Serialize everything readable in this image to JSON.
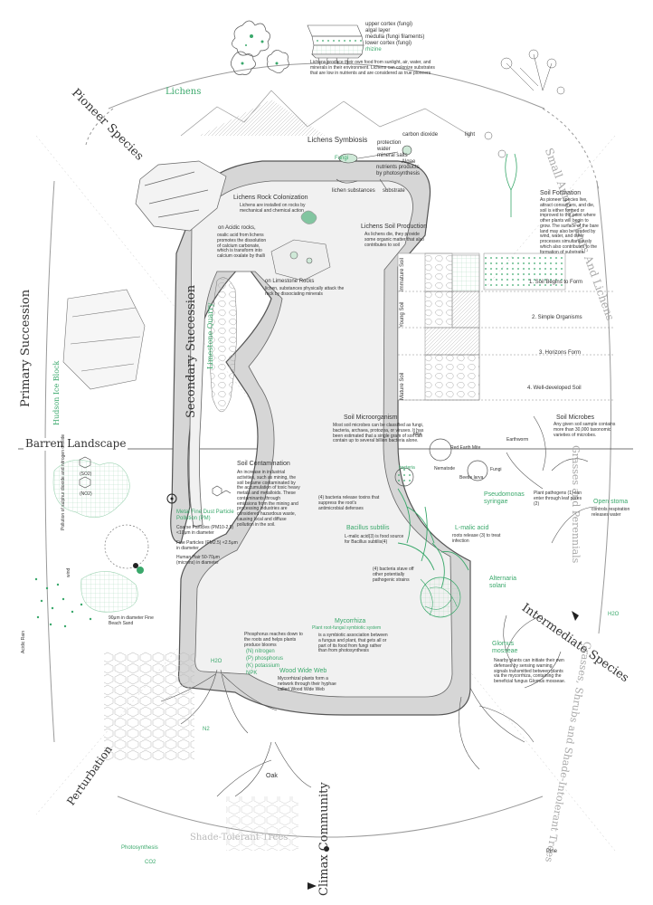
{
  "colors": {
    "accent": "#3aa86b",
    "ink": "#333333",
    "line": "#888888",
    "rock": "#cfcfcf"
  },
  "cycle": {
    "pioneer": "Pioneer Species",
    "primary": "Primary Succession",
    "barren": "Barren Landscape",
    "perturbation": "Perturbation",
    "climax": "Climax Community",
    "intermediate": "Intermediate Species",
    "secondary": "Secondary Succession",
    "limestone_quarry": "Limestone Quarry",
    "hudson": "Hudson Ice Block",
    "small_annual": "Small Annual Plants And Lichens",
    "grasses_perennials": "Grasses and Perennials",
    "grasses_shrubs": "Grasses, Shrubs and Shade-Intolerant Trees",
    "bottom_arc": "Shade-Tolerant Trees"
  },
  "lichens": {
    "title": "Lichens",
    "layers": [
      "upper cortex (fungi)",
      "algal layer",
      "medulla (fungi filaments)",
      "lower cortex (fungi)",
      "rhizine"
    ],
    "description": "Lichens produce their own food from sunlight, air, water, and minerals in their environment. Lichens can colonize substrates that are low in nutrients and are considered as true pioneers"
  },
  "symbiosis": {
    "title": "Lichens Symbiosis",
    "carbon": "carbon dioxide",
    "light": "light",
    "protection": "protection",
    "water": "water",
    "mineral": "mineral salts",
    "fungi": "Fungi",
    "algae": "Algae",
    "nutrients": "nutrients products",
    "photosynthesis": "by photosynthesis",
    "substances": "lichen substances",
    "substrate": "substrate"
  },
  "colonization": {
    "title": "Lichens Rock Colonization",
    "description": "Lichens are installed on rocks by mechanical and chemical action",
    "acidic_title": "on Acidic rocks,",
    "acidic_text": "oxalic acid from lichens promotes the dissolution of calcium carbonate, which is transform into calcium oxalate by thalli",
    "limestone_title": "on Limestone Rocks",
    "limestone_text": "lichen, substances physically attack the rock by dissociating minerals"
  },
  "soil_production": {
    "title": "Lichens Soil Production",
    "text": "As lichens die, they provide some organic matter that also contributes to soil"
  },
  "soil_formation": {
    "title": "Soil Formation",
    "text": "As pioneer species live, attract consumers, and die, soil is either formed or improved to the point where other plants will begin to grow. The surface of the bare land may also be eroded by wind, water, and other processes simultaneously which also contributes to the formation of substrate."
  },
  "soil_stages": {
    "labels": [
      "Immature Soil",
      "Young Soil",
      "Mature Soil"
    ],
    "steps": [
      "1. Soil Begins to Form",
      "2. Simple Organisms",
      "3. Horizons Form",
      "4. Well-developed Soil"
    ]
  },
  "soil_microbes": {
    "title": "Soil Microbes",
    "text": "Any given soil sample contains more than 30,000 taxonomic varieties of microbes."
  },
  "microorganism": {
    "title": "Soil Microorganism",
    "text": "Most soil microbes can be classified as fungi, bacteria, archaea, protozoa, or viruses. It has been estimated that a single gram of soil can contain up to several billion bacteria alone.",
    "labels": [
      "Mite",
      "Earthworm",
      "Red Earth Mite",
      "Nematode",
      "Beetle larva",
      "Fungi",
      "bacteria"
    ]
  },
  "contamination": {
    "title": "Soil Contamination",
    "text": "An increase in industrial activities, such as mining, the soil became contaminated by the accumulation of toxic heavy metals and metalloids. These contaminants through emissions from the mining and processing industries are considered hazardous waste, causing local and diffuse pollution in the soil.",
    "pm_title": "Metal Fine Dust Particle Pollution (PM)",
    "coarse": "Coarse Particles (PM10-2.5) <10μm in diameter",
    "fine": "Fine Particles (PM2.5) <2.5μm in diameter",
    "hair": "Human Hair 50-70μm (microns) in diameter",
    "sand": "90μm in diameter Fine Beach Sand",
    "so2": "(SO2)",
    "no2": "(NO2)",
    "pollution": "Pollution of sulphur dioxide and nitrogen dioxide",
    "wind": "wind",
    "acidic_rain": "Acidic Rain"
  },
  "bacteria": {
    "toxins": "(4) bacteria release toxins that suppress the root's antimicrobial defenses",
    "bacillus": "Bacillus subtilis",
    "bacillus_text": "L-malic acid(3) is food source for Bacillus subtilis(4)",
    "pseudomonas": "Pseudomonas syringae",
    "lmalic": "L-malic acid",
    "lmalic_text": "roots release (3) to treat infection",
    "stave": "(4) bacteria stave off other potentially pathogenic strains",
    "pathogen": "Plant pathogens (1) can enter through leaf pores (2)",
    "stoma": "Open stoma",
    "stoma_text": "controls respiration releases water",
    "alternaria": "Alternaria solani",
    "h2o": "H2O"
  },
  "mycorrhiza": {
    "title": "Mycorrhiza",
    "subtitle": "Plant root-fungal symbiotic system",
    "text": "is a symbiotic association between a fungus and plant, that gets all or part of its food from fungi rather than from photosynthesis",
    "wood_title": "Wood Wide Web",
    "wood_text": "Mycorrhizal plants form a network through their hyphae called Wood Wide Web",
    "glomus": "Glomus mosseae",
    "glomus_text": "Nearby plants can initiate their own defenses by sensing warning signals transmitted between plants via the mycorrhiza, containing the beneficial fungus Glomus mosseae.",
    "phosphorus": "Phosphorus reaches down to the roots and helps plants produce blooms",
    "n": "(N) nitrogen",
    "p": "(P) phosphorus",
    "k": "(K) potassium",
    "npk": "NPK",
    "h2o": "H2O"
  },
  "climax": {
    "oak": "Oak",
    "pine": "Pine",
    "photosynthesis": "Photosynthesis",
    "co2": "CO2",
    "n2": "N2"
  }
}
